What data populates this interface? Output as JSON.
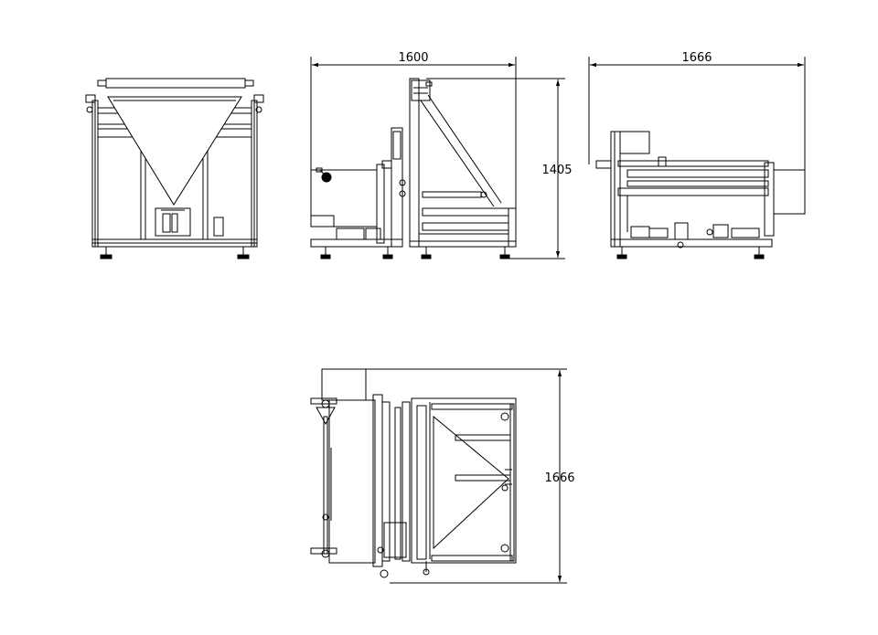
{
  "drawing": {
    "type": "orthographic machine drawing",
    "views": [
      "front",
      "side",
      "rear",
      "top"
    ],
    "line_color": "#000000",
    "background": "#ffffff"
  },
  "dimensions": {
    "side_width": "1600",
    "side_height": "1405",
    "rear_width": "1666",
    "top_depth": "1666"
  }
}
